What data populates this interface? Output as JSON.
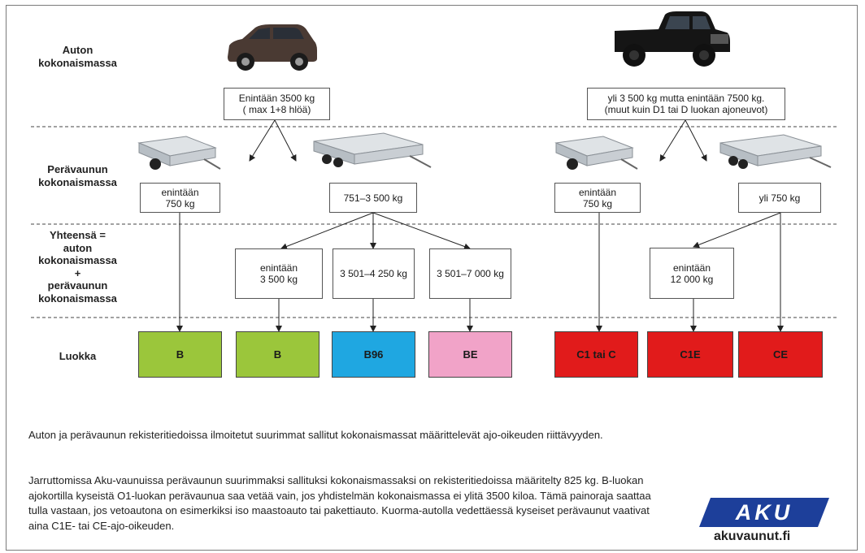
{
  "row_labels": {
    "car": "Auton\nkokonaismassa",
    "trailer": "Perävaunun\nkokonaismassa",
    "total": "Yhteensä =\nauton\nkokonaismassa\n+\nperävaunun\nkokonaismassa",
    "class": "Luokka"
  },
  "car_boxes": {
    "left": "Enintään 3500 kg\n( max 1+8 hlöä)",
    "right": "yli 3 500 kg mutta enintään 7500 kg.\n(muut kuin D1 tai D luokan ajoneuvot)"
  },
  "trailer_boxes": {
    "t1": "enintään\n750 kg",
    "t2": "751–3 500 kg",
    "t3": "enintään\n750 kg",
    "t4": "yli 750 kg"
  },
  "total_boxes": {
    "s1": "enintään\n3 500 kg",
    "s2": "3 501–4 250 kg",
    "s3": "3 501–7 000 kg",
    "s4": "enintään\n12 000 kg"
  },
  "classes": [
    {
      "label": "B",
      "color": "#9bc63b"
    },
    {
      "label": "B",
      "color": "#9bc63b"
    },
    {
      "label": "B96",
      "color": "#1fa7e1"
    },
    {
      "label": "BE",
      "color": "#f1a3c8"
    },
    {
      "label": "C1 tai C",
      "color": "#e11b1b"
    },
    {
      "label": "C1E",
      "color": "#e11b1b"
    },
    {
      "label": "CE",
      "color": "#e11b1b"
    }
  ],
  "paragraphs": {
    "p1": "Auton ja perävaunun rekisteritiedoissa ilmoitetut suurimmat sallitut kokonaismassat määrittelevät ajo-oikeuden riittävyyden.",
    "p2": "Jarruttomissa Aku-vaunuissa perävaunun suurimmaksi sallituksi kokonaismassaksi on rekisteritiedoissa määritelty 825 kg. B-luokan ajokortilla kyseistä O1-luokan perävaunua saa vetää vain, jos yhdistelmän kokonaismassa ei ylitä 3500 kiloa. Tämä painoraja saattaa tulla vastaan, jos vetoautona on esimerkiksi iso maastoauto tai pakettiauto. Kuorma-autolla vedettäessä kyseiset perävaunut vaativat aina C1E- tai CE-ajo-oikeuden."
  },
  "logo": {
    "text": "AKU",
    "color": "#1d3f9a"
  },
  "website": "akuvaunut.fi",
  "illustrations": {
    "car_left": "suv-image",
    "car_right": "pickup-truck-image",
    "trailer": "trailer-image"
  }
}
